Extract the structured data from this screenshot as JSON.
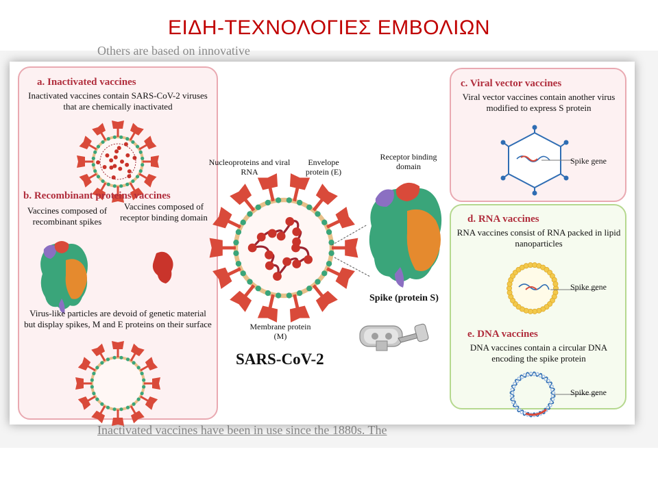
{
  "slide": {
    "title": "ΕΙΔΗ-ΤΕΧΝΟΛΟΓΙΕΣ ΕΜΒΟΛΙΩΝ"
  },
  "background": {
    "text_top": "Others are based on innovative",
    "text_bottom": "Inactivated vaccines have been in use since the 1880s. The"
  },
  "figure": {
    "inactivated": {
      "title": "a. Inactivated vaccines",
      "text": "Inactivated vaccines contain SARS-CoV-2 viruses that are chemically inactivated"
    },
    "recombinant": {
      "title": "b. Recombinant proteins vaccines",
      "spikes_text": "Vaccines composed of recombinant spikes",
      "rbd_text": "Vaccines composed of receptor binding domain",
      "vlp_text": "Virus-like particles are devoid of genetic material but display spikes, M and E proteins on their surface"
    },
    "center": {
      "nucleoproteins_label": "Nucleoproteins and viral RNA",
      "envelope_label": "Envelope protein (E)",
      "membrane_label": "Membrane protein (M)",
      "receptor_label": "Receptor binding domain",
      "spike_label": "Spike (protein S)",
      "virus_name": "SARS-CoV-2"
    },
    "viral_vector": {
      "title": "c. Viral vector vaccines",
      "text": "Viral vector vaccines contain another virus modified to express S protein",
      "gene_label": "Spike gene"
    },
    "rna": {
      "title": "d. RNA vaccines",
      "text": "RNA vaccines consist of RNA packed in lipid nanoparticles",
      "gene_label": "Spike gene"
    },
    "dna": {
      "title": "e. DNA vaccines",
      "text": "DNA vaccines contain a circular DNA encoding the spike protein",
      "gene_label": "Spike gene"
    }
  },
  "colors": {
    "title_red": "#c00000",
    "heading_red": "#b02d3c",
    "spike_red": "#d94a3a",
    "membrane_tan": "#e7c08a",
    "protein_green": "#3aa57a",
    "protein_orange": "#e58a2e",
    "protein_purple": "#8b6fc2",
    "vector_blue": "#2f6db3"
  }
}
